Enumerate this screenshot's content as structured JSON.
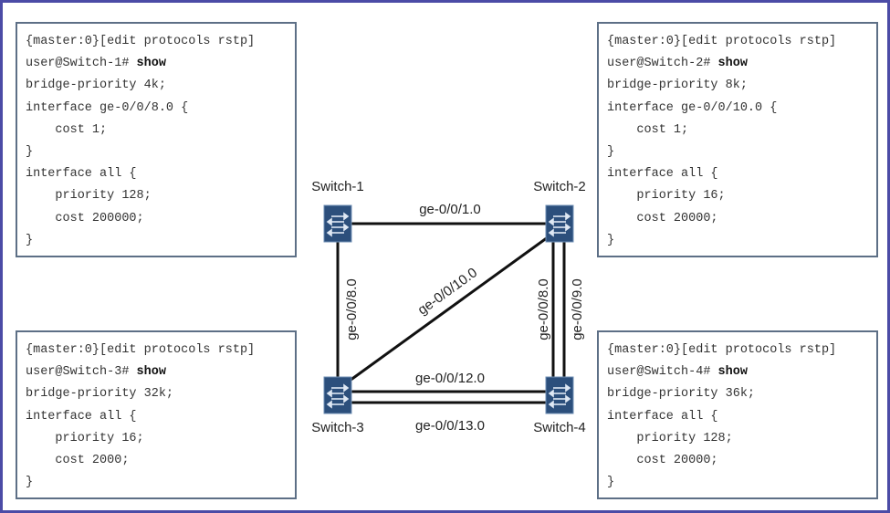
{
  "configs": [
    {
      "context": "{master:0}[edit protocols rstp]",
      "prompt": "user@Switch-1# ",
      "command": "show",
      "lines": [
        "bridge-priority 4k;",
        "interface ge-0/0/8.0 {",
        "    cost 1;",
        "}",
        "interface all {",
        "    priority 128;",
        "    cost 200000;",
        "}"
      ]
    },
    {
      "context": "{master:0}[edit protocols rstp]",
      "prompt": "user@Switch-2# ",
      "command": "show",
      "lines": [
        "bridge-priority 8k;",
        "interface ge-0/0/10.0 {",
        "    cost 1;",
        "}",
        "interface all {",
        "    priority 16;",
        "    cost 20000;",
        "}"
      ]
    },
    {
      "context": "{master:0}[edit protocols rstp]",
      "prompt": "user@Switch-3# ",
      "command": "show",
      "lines": [
        "bridge-priority 32k;",
        "interface all {",
        "    priority 16;",
        "    cost 2000;",
        "}"
      ]
    },
    {
      "context": "{master:0}[edit protocols rstp]",
      "prompt": "user@Switch-4# ",
      "command": "show",
      "lines": [
        "bridge-priority 36k;",
        "interface all {",
        "    priority 128;",
        "    cost 20000;",
        "}"
      ]
    }
  ],
  "switches": [
    "Switch-1",
    "Switch-2",
    "Switch-3",
    "Switch-4"
  ],
  "links": {
    "s1_s2": "ge-0/0/1.0",
    "s1_s3": "ge-0/0/8.0",
    "s3_s2": "ge-0/0/10.0",
    "s2_s4_a": "ge-0/0/8.0",
    "s2_s4_b": "ge-0/0/9.0",
    "s3_s4_a": "ge-0/0/12.0",
    "s3_s4_b": "ge-0/0/13.0"
  },
  "colors": {
    "frame": "#4b4ba6",
    "box_border": "#5d6f86",
    "switch": "#2c4f7c"
  }
}
